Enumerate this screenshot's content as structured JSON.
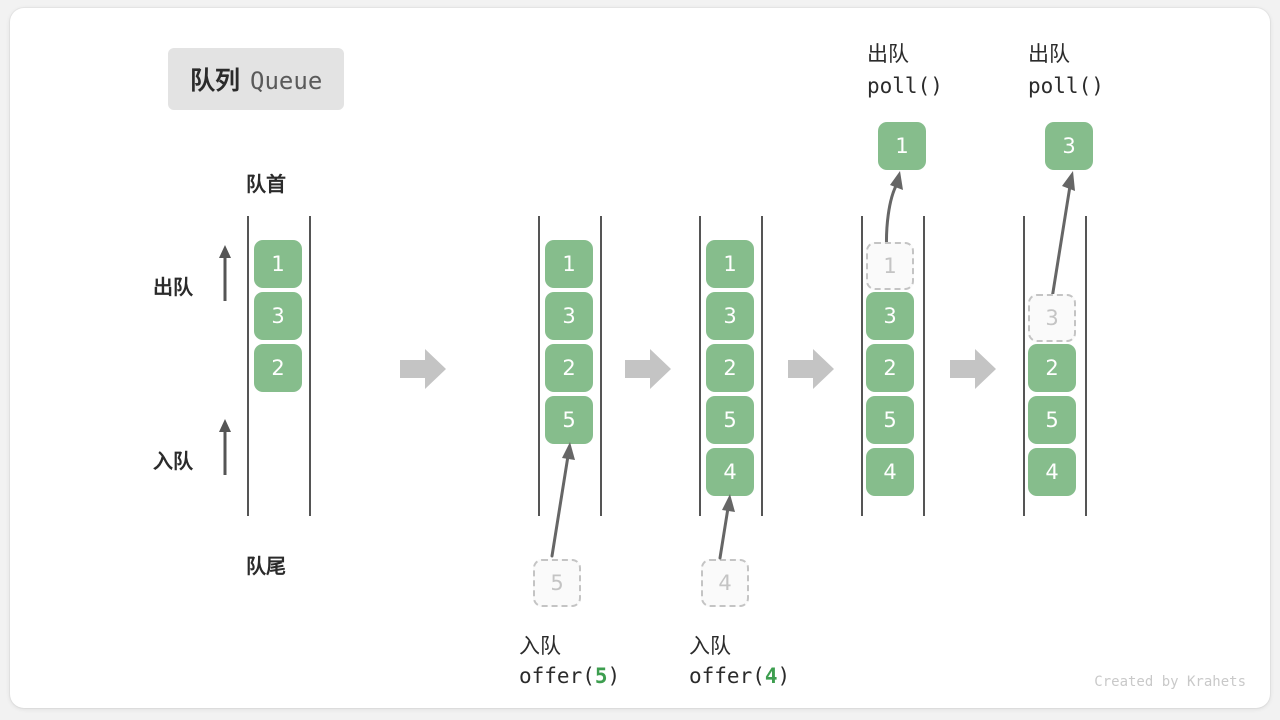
{
  "title": {
    "cn": "队列",
    "en": "Queue"
  },
  "labels": {
    "head": "队首",
    "tail": "队尾",
    "dequeue": "出队",
    "enqueue": "入队"
  },
  "colors": {
    "cell_fill": "#86bd8c",
    "cell_text": "#ffffff",
    "ghost_fill": "#fafafa",
    "ghost_border": "#c4c4c4",
    "ghost_text": "#c4c4c4",
    "rail": "#555555",
    "block_arrow": "#c4c4c4",
    "thin_arrow": "#666666",
    "badge_bg": "#e3e3e3",
    "accent_green": "#3d9e4f",
    "text": "#2b2b2b",
    "card_bg": "#ffffff",
    "page_bg": "#f2f2f2"
  },
  "stages": [
    {
      "id": "initial",
      "cells": [
        "1",
        "3",
        "2"
      ],
      "top_label_cn": "",
      "top_label_code": "",
      "bottom_label_cn": "",
      "bottom_label_code": "",
      "ghost_in": null,
      "ghost_out": null,
      "popped": null
    },
    {
      "id": "offer-5",
      "cells": [
        "1",
        "3",
        "2",
        "5"
      ],
      "top_label_cn": "",
      "top_label_code": "",
      "bottom_label_cn": "入队",
      "bottom_label_code_pre": "offer(",
      "bottom_label_code_arg": "5",
      "bottom_label_code_post": ")",
      "ghost_in": "5",
      "popped": null
    },
    {
      "id": "offer-4",
      "cells": [
        "1",
        "3",
        "2",
        "5",
        "4"
      ],
      "top_label_cn": "",
      "top_label_code": "",
      "bottom_label_cn": "入队",
      "bottom_label_code_pre": "offer(",
      "bottom_label_code_arg": "4",
      "bottom_label_code_post": ")",
      "ghost_in": "4",
      "popped": null
    },
    {
      "id": "poll-1",
      "cells": [
        "3",
        "2",
        "5",
        "4"
      ],
      "top_label_cn": "出队",
      "top_label_code": "poll()",
      "ghost_out": "1",
      "popped": "1"
    },
    {
      "id": "poll-3",
      "cells": [
        "2",
        "5",
        "4"
      ],
      "top_label_cn": "出队",
      "top_label_code": "poll()",
      "ghost_out": "3",
      "popped": "3"
    }
  ],
  "credit": "Created by Krahets"
}
